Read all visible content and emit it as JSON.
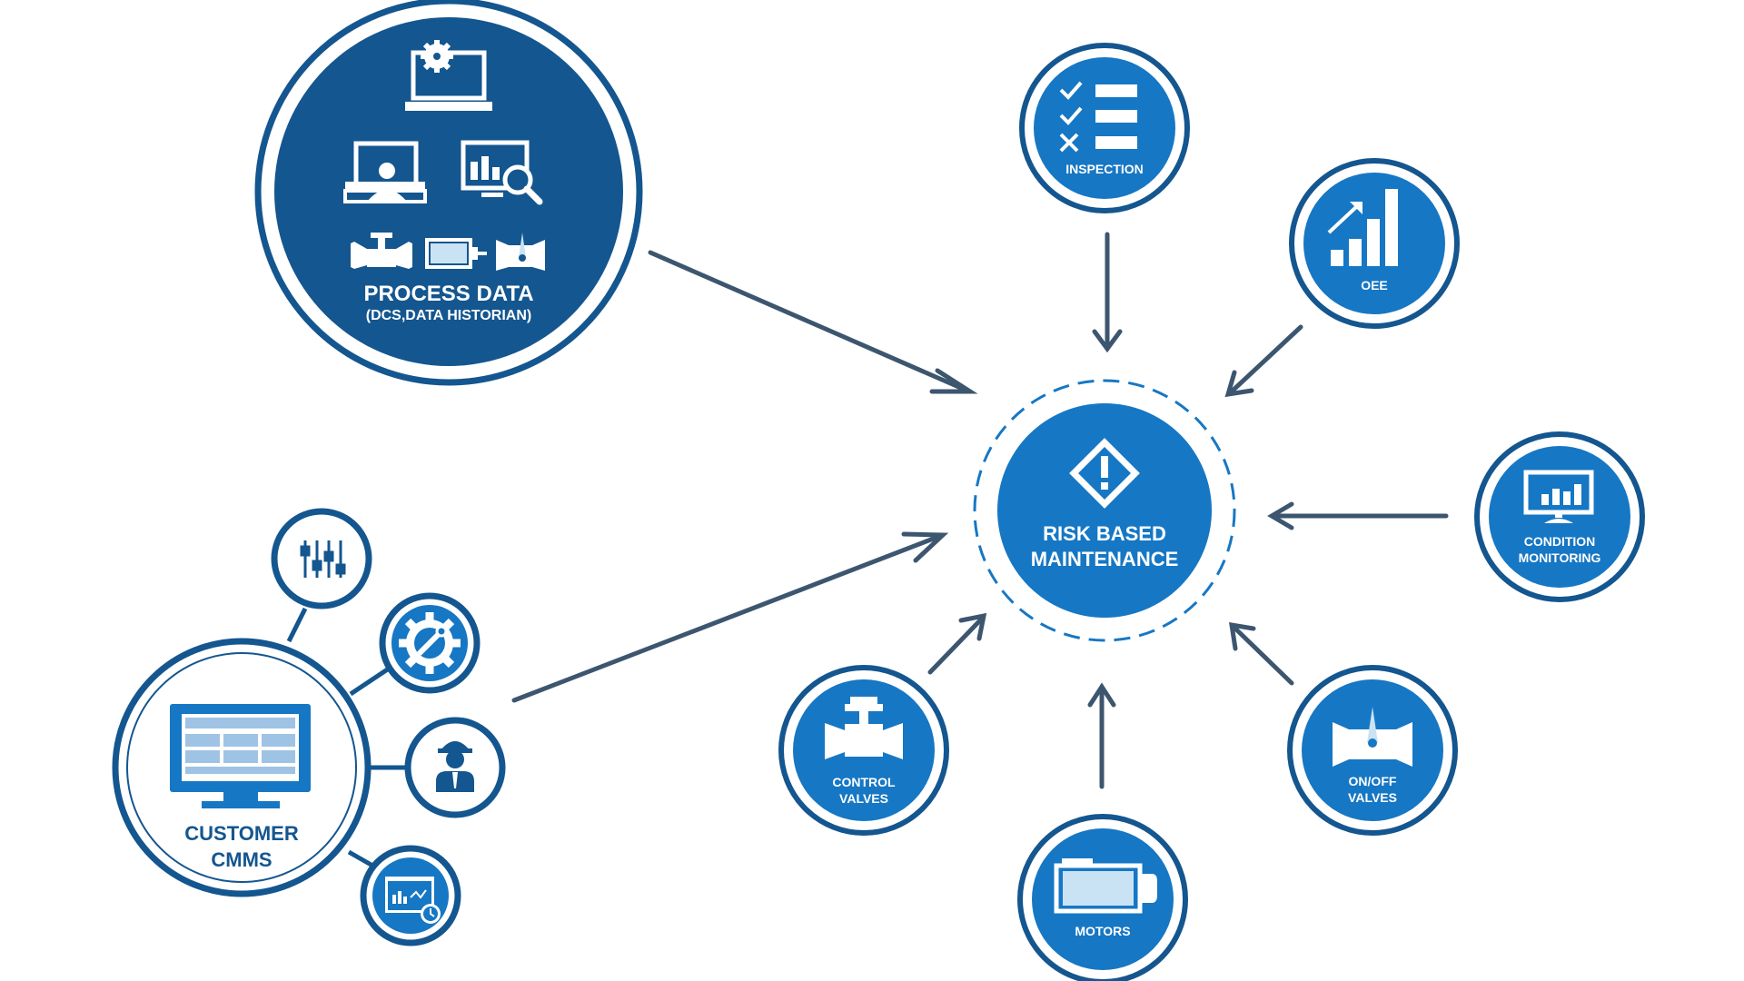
{
  "colors": {
    "dark_blue": "#14568f",
    "bright_blue": "#1677c4",
    "arrow": "#3d566f",
    "white": "#ffffff",
    "light_blue": "#c9e3f5"
  },
  "process_data": {
    "title": "PROCESS DATA",
    "subtitle": "(DCS,DATA HISTORIAN)",
    "icons": [
      "laptop-gear-icon",
      "operator-workstation-icon",
      "analytics-monitor-icon",
      "control-valve-icon",
      "motor-icon",
      "onoff-valve-icon"
    ]
  },
  "center": {
    "icon": "warning-diamond-icon",
    "line1": "RISK BASED",
    "line2": "MAINTENANCE"
  },
  "nodes": {
    "inspection": {
      "label": "INSPECTION",
      "icon": "checklist-icon"
    },
    "oee": {
      "label": "OEE",
      "icon": "growth-bars-icon"
    },
    "condition_monitoring": {
      "line1": "CONDITION",
      "line2": "MONITORING",
      "icon": "monitor-chart-icon"
    },
    "onoff_valves": {
      "line1": "ON/OFF",
      "line2": "VALVES",
      "icon": "onoff-valve-icon"
    },
    "motors": {
      "label": "MOTORS",
      "icon": "motor-icon"
    },
    "control_valves": {
      "line1": "CONTROL",
      "line2": "VALVES",
      "icon": "control-valve-icon"
    }
  },
  "cmms": {
    "line1": "CUSTOMER",
    "line2": "CMMS",
    "icon": "monitor-table-icon",
    "satellites": [
      "sliders-icon",
      "gear-wrench-icon",
      "engineer-icon",
      "scheduled-report-icon"
    ]
  }
}
